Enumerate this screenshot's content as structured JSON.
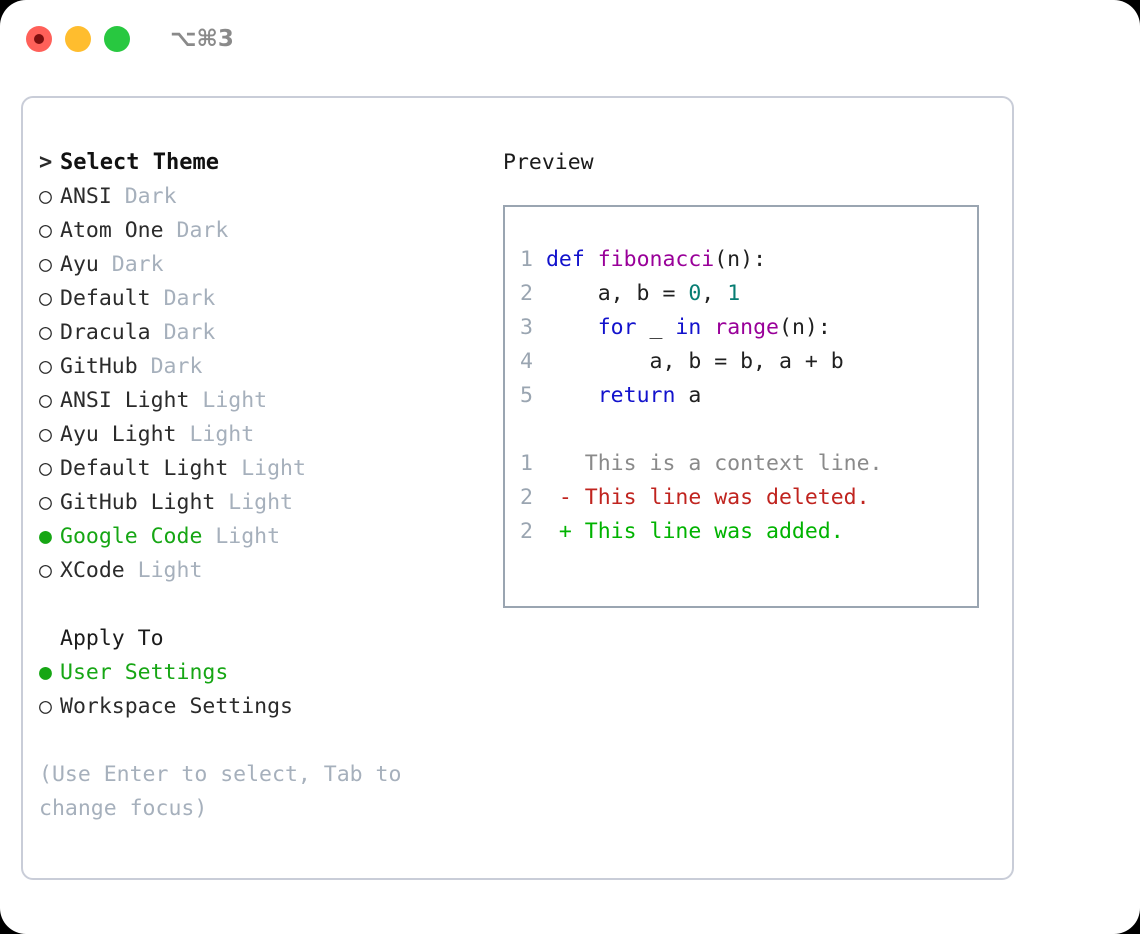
{
  "titlebar": {
    "shortcut": "⌥⌘3",
    "buttons": [
      {
        "name": "close",
        "color": "#ff6059"
      },
      {
        "name": "minimize",
        "color": "#ffbd2e"
      },
      {
        "name": "maximize",
        "color": "#28c840"
      }
    ]
  },
  "theme_picker": {
    "prompt": ">",
    "header": "Select Theme",
    "bullet_empty": "○",
    "bullet_filled": "●",
    "items": [
      {
        "name": "ANSI",
        "variant": "Dark",
        "selected": false
      },
      {
        "name": "Atom One",
        "variant": "Dark",
        "selected": false
      },
      {
        "name": "Ayu",
        "variant": "Dark",
        "selected": false
      },
      {
        "name": "Default",
        "variant": "Dark",
        "selected": false
      },
      {
        "name": "Dracula",
        "variant": "Dark",
        "selected": false
      },
      {
        "name": "GitHub",
        "variant": "Dark",
        "selected": false
      },
      {
        "name": "ANSI Light",
        "variant": "Light",
        "selected": false
      },
      {
        "name": "Ayu Light",
        "variant": "Light",
        "selected": false
      },
      {
        "name": "Default Light",
        "variant": "Light",
        "selected": false
      },
      {
        "name": "GitHub Light",
        "variant": "Light",
        "selected": false
      },
      {
        "name": "Google Code",
        "variant": "Light",
        "selected": true
      },
      {
        "name": "XCode",
        "variant": "Light",
        "selected": false
      }
    ]
  },
  "apply_to": {
    "title": "Apply To",
    "options": [
      {
        "label": "User Settings",
        "selected": true
      },
      {
        "label": "Workspace Settings",
        "selected": false
      }
    ]
  },
  "hint": {
    "line1": "(Use Enter to select, Tab to",
    "line2": "change focus)"
  },
  "preview": {
    "title": "Preview",
    "code_lines": [
      {
        "number": "1",
        "tokens": [
          {
            "text": "def ",
            "type": "kw"
          },
          {
            "text": "fibonacci",
            "type": "fn"
          },
          {
            "text": "(n):",
            "type": "plain"
          }
        ]
      },
      {
        "number": "2",
        "tokens": [
          {
            "text": "    a, b = ",
            "type": "plain"
          },
          {
            "text": "0",
            "type": "num"
          },
          {
            "text": ", ",
            "type": "plain"
          },
          {
            "text": "1",
            "type": "num"
          }
        ]
      },
      {
        "number": "3",
        "tokens": [
          {
            "text": "    ",
            "type": "plain"
          },
          {
            "text": "for",
            "type": "kw"
          },
          {
            "text": " _ ",
            "type": "plain"
          },
          {
            "text": "in",
            "type": "kw"
          },
          {
            "text": " ",
            "type": "plain"
          },
          {
            "text": "range",
            "type": "fn"
          },
          {
            "text": "(n):",
            "type": "plain"
          }
        ]
      },
      {
        "number": "4",
        "tokens": [
          {
            "text": "        a, b = b, a + b",
            "type": "plain"
          }
        ]
      },
      {
        "number": "5",
        "tokens": [
          {
            "text": "    ",
            "type": "plain"
          },
          {
            "text": "return",
            "type": "kw"
          },
          {
            "text": " a",
            "type": "plain"
          }
        ]
      }
    ],
    "diff_lines": [
      {
        "number": "1",
        "marker": " ",
        "text": "This is a context line.",
        "type": "ctx"
      },
      {
        "number": "2",
        "marker": "-",
        "text": "This line was deleted.",
        "type": "del"
      },
      {
        "number": "2",
        "marker": "+",
        "text": "This line was added.",
        "type": "add"
      }
    ]
  },
  "colors": {
    "accent_green": "#16a614",
    "muted": "#a6b0bc",
    "keyword": "#1212cc",
    "function": "#990099",
    "number": "#077d73",
    "diff_delete": "#c0241f",
    "diff_add": "#00b300",
    "panel_border": "#9aa5b1",
    "window_border": "#c9cdd8"
  }
}
